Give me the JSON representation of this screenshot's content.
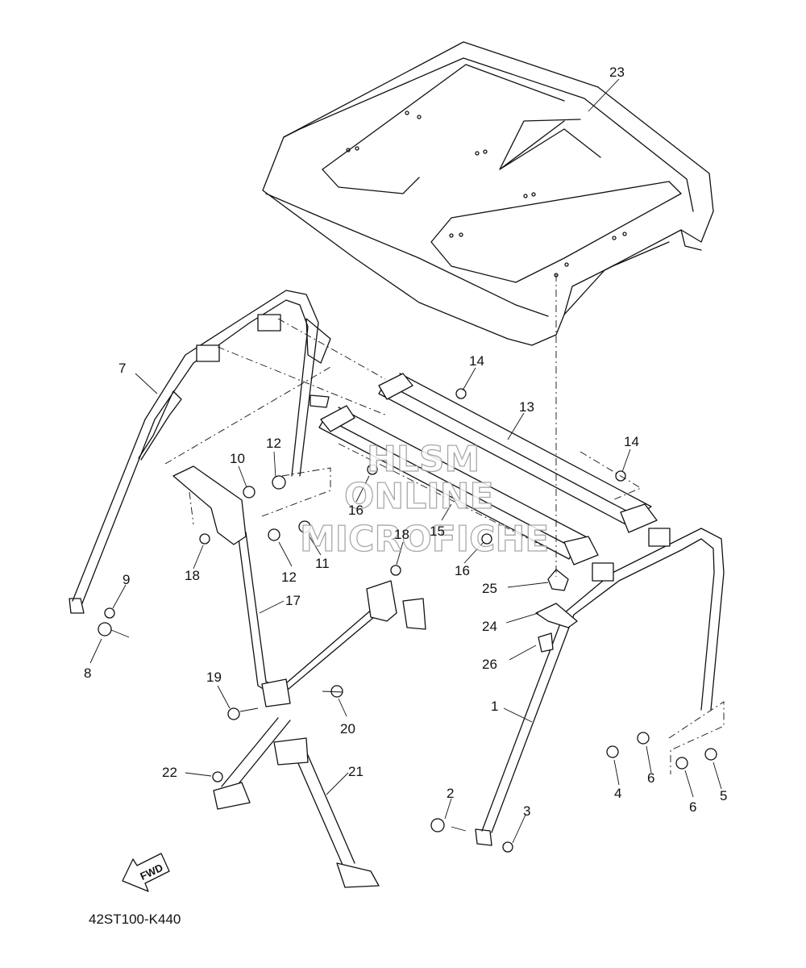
{
  "diagram_code": "42ST100-K440",
  "fwd_label": "FWD",
  "watermark": [
    "HLSM",
    "ONLINE",
    "MICROFICHE"
  ],
  "callouts": {
    "c1": "1",
    "c2": "2",
    "c3": "3",
    "c4": "4",
    "c5": "5",
    "c6a": "6",
    "c6b": "6",
    "c7": "7",
    "c8": "8",
    "c9": "9",
    "c10": "10",
    "c11": "11",
    "c12a": "12",
    "c12b": "12",
    "c13": "13",
    "c14a": "14",
    "c14b": "14",
    "c15": "15",
    "c16a": "16",
    "c16b": "16",
    "c17": "17",
    "c18a": "18",
    "c18b": "18",
    "c19": "19",
    "c20": "20",
    "c21": "21",
    "c22": "22",
    "c23": "23",
    "c24": "24",
    "c25": "25",
    "c26": "26"
  }
}
